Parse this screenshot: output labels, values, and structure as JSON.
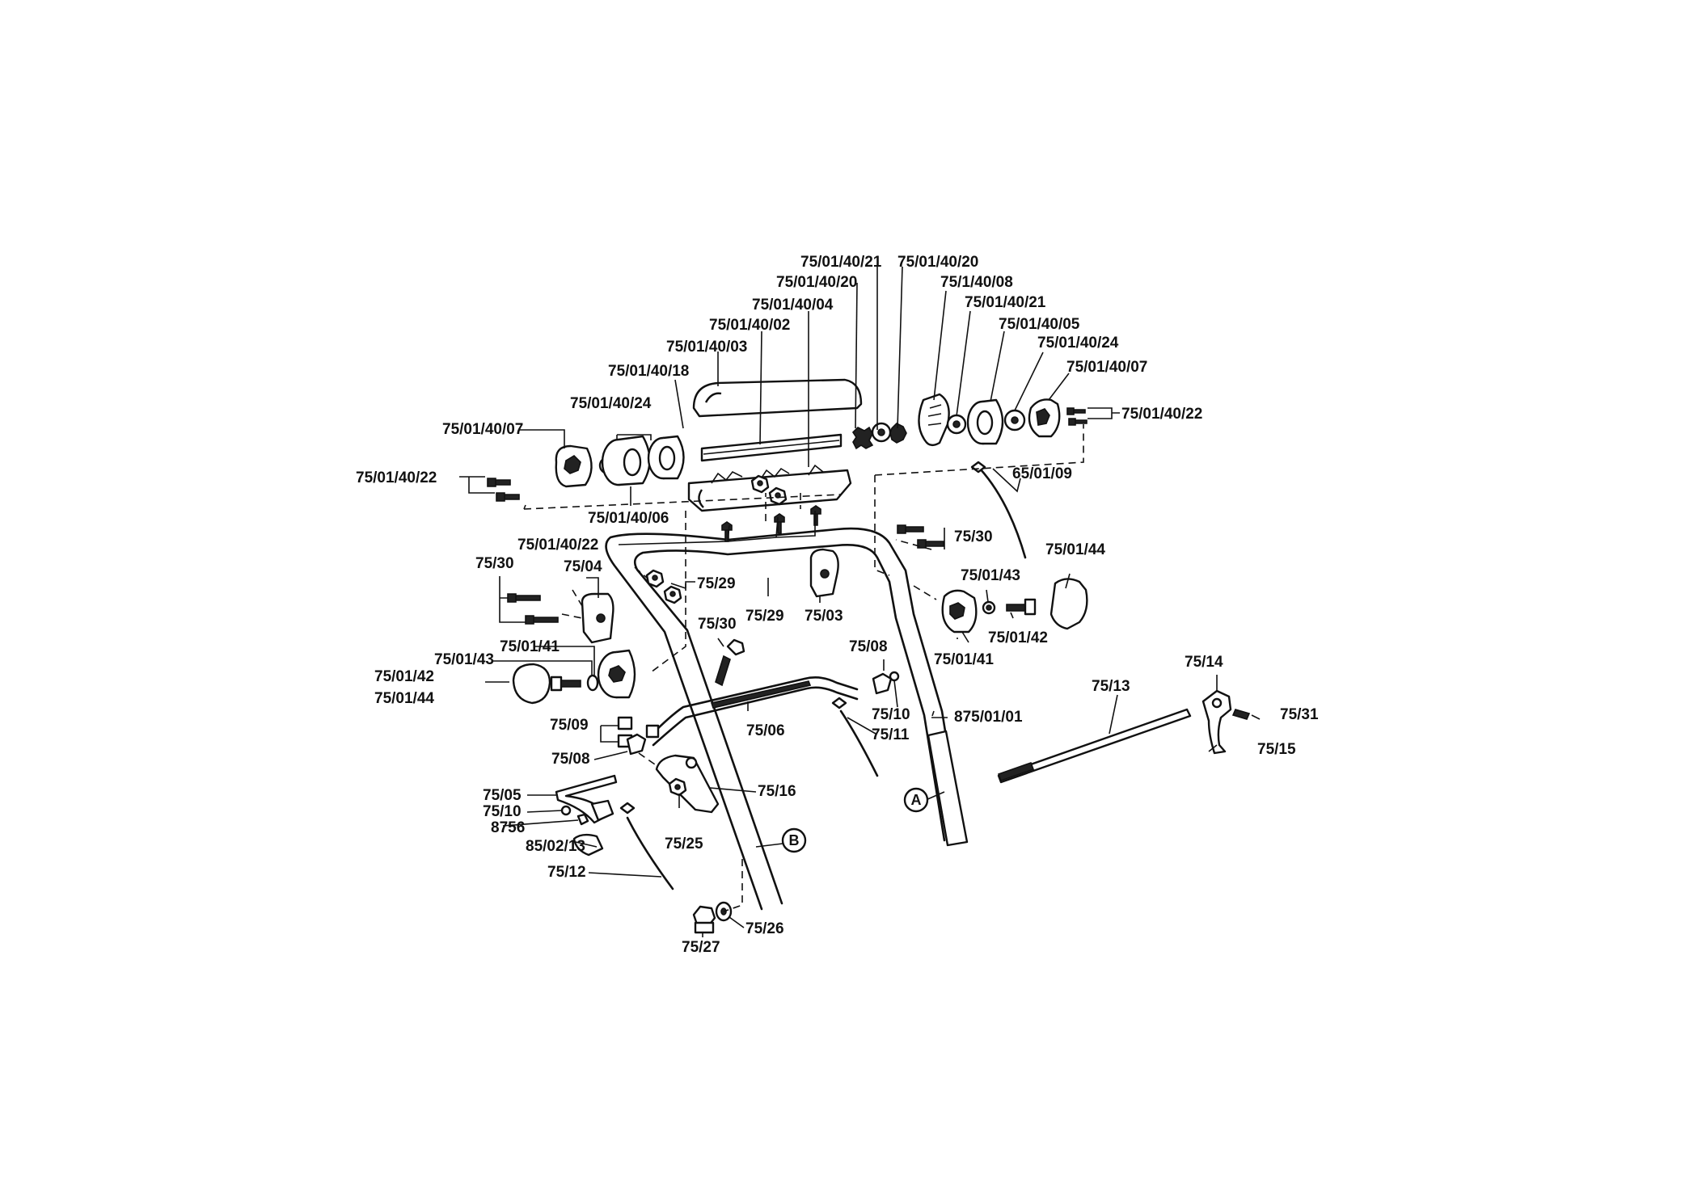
{
  "labels": {
    "p01": "75/01/40/21",
    "p02": "75/01/40/20",
    "p03": "75/01/40/20",
    "p04": "75/1/40/08",
    "p05": "75/01/40/04",
    "p06": "75/01/40/21",
    "p07": "75/01/40/02",
    "p08": "75/01/40/05",
    "p09": "75/01/40/03",
    "p10": "75/01/40/24",
    "p11": "75/01/40/18",
    "p12": "75/01/40/07",
    "p13": "75/01/40/24",
    "p14": "75/01/40/22",
    "p15": "75/01/40/07",
    "p16": "65/01/09",
    "p17": "75/01/40/22",
    "p18": "75/01/40/06",
    "p19": "75/30",
    "p20": "75/01/40/22",
    "p21": "75/01/44",
    "p22": "75/30",
    "p23": "75/04",
    "p24": "75/29",
    "p25": "75/01/43",
    "p26": "75/29",
    "p27": "75/03",
    "p28": "75/01/42",
    "p29": "75/30",
    "p30": "75/01/41",
    "p31": "75/08",
    "p32": "75/01/41",
    "p33": "75/01/43",
    "p34": "75/14",
    "p35": "75/13",
    "p36": "75/01/42",
    "p37": "75/01/44",
    "p38": "75/31",
    "p39": "75/10",
    "p40": "875/01/01",
    "p41": "75/09",
    "p42": "75/06",
    "p43": "75/11",
    "p44": "75/15",
    "p45": "75/08",
    "p46": "75/05",
    "p47": "75/16",
    "p48": "75/10",
    "p49": "8756",
    "p50": "75/25",
    "p51": "85/02/13",
    "p52": "75/12",
    "p53": "75/26",
    "p54": "75/27"
  },
  "callouts": {
    "a": "A",
    "b": "B"
  }
}
